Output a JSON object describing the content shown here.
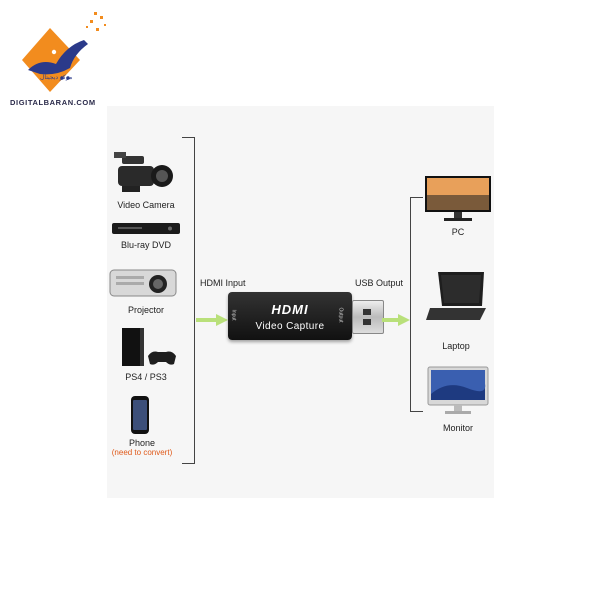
{
  "brand": {
    "site": "DIGITALBARAN.COM",
    "logo_caption": "مرکز دیجیتال",
    "logo_glyph": "باران",
    "colors": {
      "orange": "#f28c1e",
      "navy": "#2b3a8a"
    }
  },
  "inputs": [
    {
      "label": "Video Camera",
      "icon": "video-camera-icon"
    },
    {
      "label": "Blu-ray DVD",
      "icon": "bluray-player-icon"
    },
    {
      "label": "Projector",
      "icon": "projector-icon"
    },
    {
      "label": "PS4 / PS3",
      "icon": "game-console-icon"
    },
    {
      "label": "Phone",
      "icon": "phone-icon",
      "note": "(need to convert)"
    }
  ],
  "outputs": [
    {
      "label": "PC",
      "icon": "pc-monitor-icon"
    },
    {
      "label": "Laptop",
      "icon": "laptop-icon"
    },
    {
      "label": "Monitor",
      "icon": "monitor-icon"
    }
  ],
  "device": {
    "logo": "HDMI",
    "name": "Video Capture",
    "input_side": "Input",
    "output_side": "Output"
  },
  "connections": {
    "input_label": "HDMI Input",
    "output_label": "USB Output",
    "arrow_color": "#b9e07a",
    "note_color": "#e05a1a"
  }
}
